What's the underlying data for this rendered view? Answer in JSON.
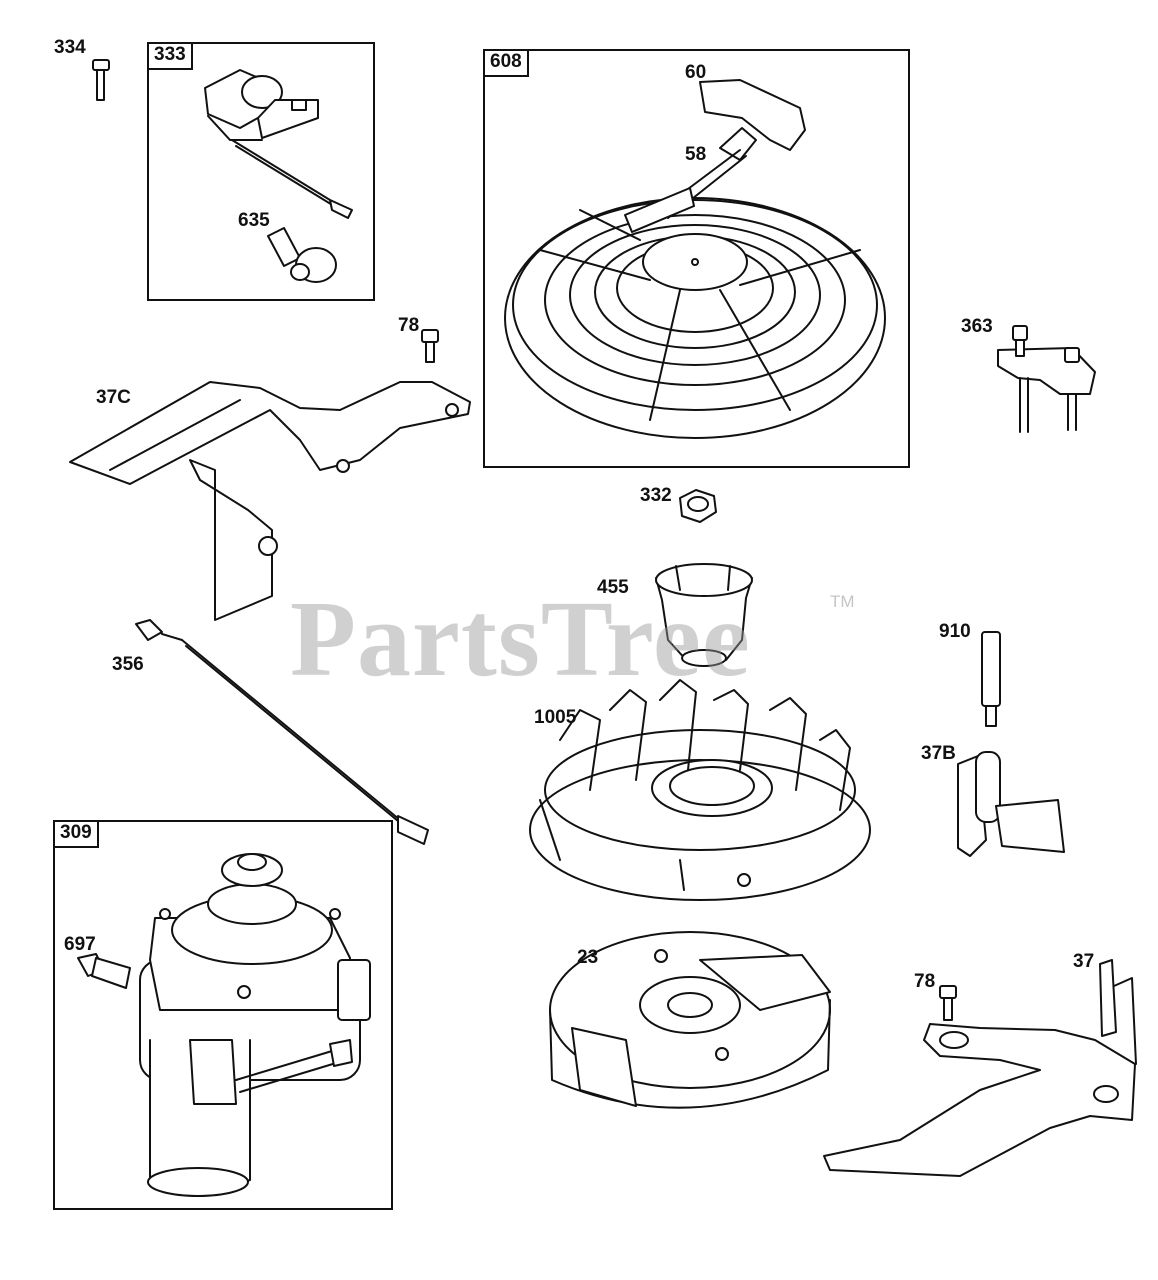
{
  "watermark": {
    "text": "PartsTree",
    "trademark": "TM"
  },
  "boxes": {
    "b333": "333",
    "b608": "608",
    "b309": "309"
  },
  "labels": {
    "l334": "334",
    "l635": "635",
    "l60": "60",
    "l58": "58",
    "l78a": "78",
    "l37c": "37C",
    "l363": "363",
    "l332": "332",
    "l455": "455",
    "l356": "356",
    "l910": "910",
    "l1005": "1005",
    "l37b": "37B",
    "l697": "697",
    "l23": "23",
    "l78b": "78",
    "l37": "37"
  },
  "colors": {
    "line": "#111111",
    "fill": "#ffffff",
    "shade": "#d9d9d9"
  }
}
